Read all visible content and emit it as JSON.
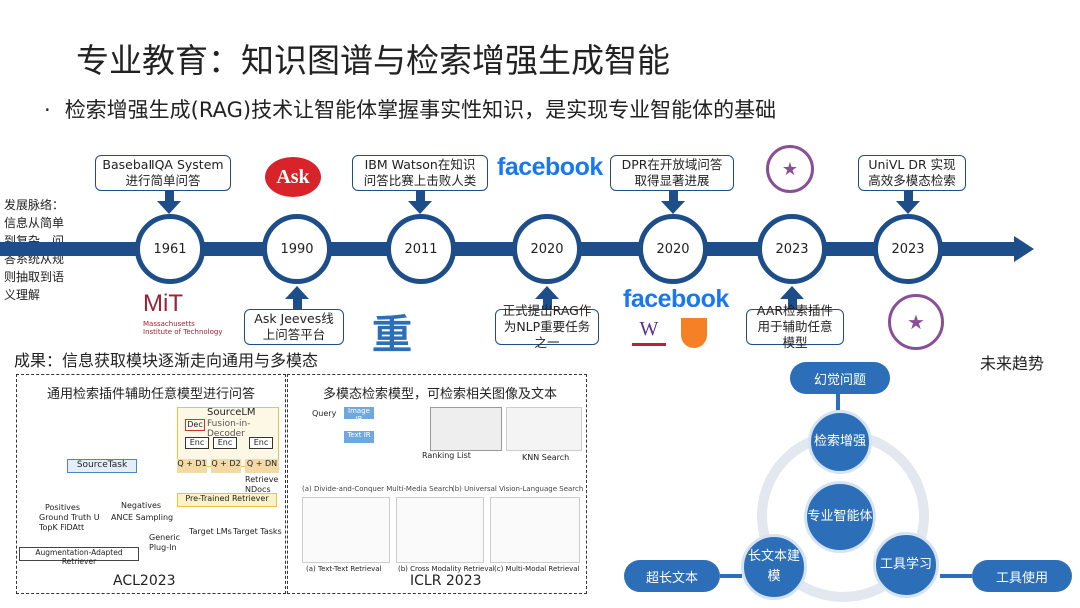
{
  "title": "专业教育：知识图谱与检索增强生成智能",
  "bullet": "检索增强生成(RAG)技术让智能体掌握事实性知识，是实现专业智能体的基础",
  "side_note": "发展脉络：信息从简单到复杂，问答系统从规则抽取到语义理解",
  "timeline": {
    "years": [
      "1961",
      "1990",
      "2011",
      "2020",
      "2020",
      "2023",
      "2023"
    ],
    "above": [
      "BasebaⅡQA System进行简单问答",
      "IBM Watson在知识问答比赛上击败人类",
      "DPR在开放域问答取得显著进展",
      "UniVL DR 实现高效多模态检索"
    ],
    "below": [
      "Ask Jeeves线上问答平台",
      "正式提出RAG作为NLP重要任务之一",
      "AAR检索插件用于辅助任意模型"
    ]
  },
  "logos": {
    "ask": "Ask",
    "facebook": "facebook",
    "mit": "MiT",
    "mit_sub": "Massachusetts Institute of Technology",
    "zhong": "重",
    "w": "W"
  },
  "results_label": "成果：信息获取模块逐渐走向通用与多模态",
  "future_label": "未来趋势",
  "panel_left": {
    "title": "通用检索插件辅助任意模型进行问答",
    "labels": [
      "SourceLM",
      "Fusion-in-Decoder",
      "Dec",
      "Enc",
      "Enc",
      "Enc",
      "SourceTask",
      "Q + D1",
      "Q + D2",
      "Q + DN",
      "Retrieve",
      "NDocs",
      "Pre-Trained Retriever",
      "Positives",
      "Ground Truth U",
      "TopK FiDAtt",
      "Negatives",
      "ANCE Sampling",
      "Generic",
      "Plug-In",
      "Target LMs",
      "Target Tasks",
      "Augmentation-Adapted Retriever"
    ],
    "caption": "ACL2023"
  },
  "panel_right": {
    "title": "多模态检索模型，可检索相关图像及文本",
    "caption": "ICLR 2023",
    "labels": [
      "Query",
      "Ranking List",
      "Text IR",
      "Image IR",
      "(a) Text-Text Retrieval",
      "(b) Cross Modality Retrieval",
      "(c) Multi-Modal Retrieval",
      "KNN Search",
      "(a) Divide-and-Conquer Multi-Media Search",
      "(b) Universal Vision-Language Search"
    ]
  },
  "diagram": {
    "top_pill": "幻觉问题",
    "retrieval": "检索增强",
    "center": "专业智能体",
    "long_text": "长文本建模",
    "tool_learning": "工具学习",
    "left_pill": "超长文本",
    "right_pill": "工具使用"
  }
}
